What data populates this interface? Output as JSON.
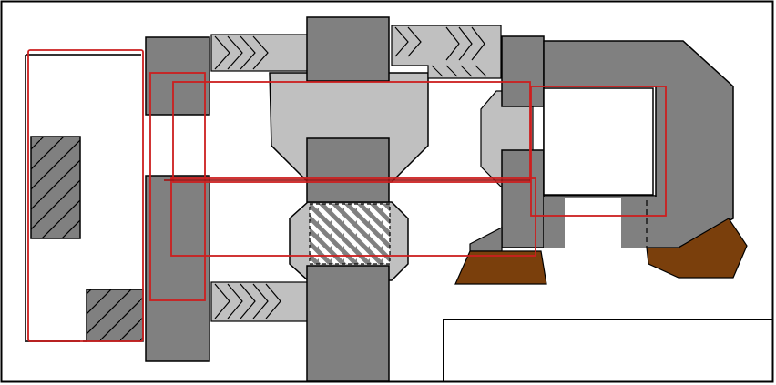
{
  "diagram": {
    "type": "floor-plan",
    "legend": [],
    "colors": {
      "background": "#ffffff",
      "frame": "#000000",
      "dark_gray": "#808080",
      "light_gray": "#c0c0c0",
      "brown": "#7a3f0c",
      "outline_red": "#cc1f1f",
      "outline_red_dark": "#a01818",
      "hatch_white": "#ffffff"
    },
    "elements": [
      {
        "kind": "outline",
        "name": "left-enclosure"
      },
      {
        "kind": "block",
        "name": "hatched-block-left-upper"
      },
      {
        "kind": "block",
        "name": "hatched-block-left-lower"
      },
      {
        "kind": "block",
        "name": "central-column"
      },
      {
        "kind": "block",
        "name": "hatched-central-core"
      },
      {
        "kind": "block",
        "name": "right-angled-structure"
      },
      {
        "kind": "block",
        "name": "brown-ramp-left"
      },
      {
        "kind": "block",
        "name": "brown-ramp-right"
      },
      {
        "kind": "outline",
        "name": "red-overlay-rectangles"
      },
      {
        "kind": "outline",
        "name": "bottom-right-bracket"
      }
    ]
  }
}
